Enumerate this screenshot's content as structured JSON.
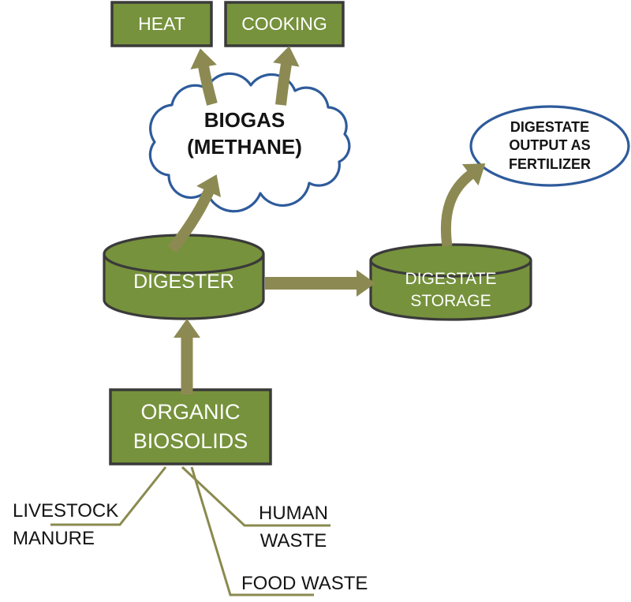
{
  "colors": {
    "node_green": "#76923C",
    "node_border": "#3A3A3A",
    "arrow_olive": "#8C8A52",
    "outline_blue": "#2E5B9B",
    "text_light": "#FFFFFF",
    "text_dark": "#141414"
  },
  "nodes": {
    "heat": {
      "label": "HEAT"
    },
    "cooking": {
      "label": "COOKING"
    },
    "biogas": {
      "label": "BIOGAS\n(METHANE)"
    },
    "fertilizer": {
      "label": "DIGESTATE\nOUTPUT AS\nFERTILIZER"
    },
    "digester": {
      "label": "DIGESTER"
    },
    "digestate_storage": {
      "label": "DIGESTATE\nSTORAGE"
    },
    "organic_biosolids": {
      "label": "ORGANIC\nBIOSOLIDS"
    },
    "livestock_manure": {
      "label": "LIVESTOCK\nMANURE"
    },
    "human_waste": {
      "label": "HUMAN\nWASTE"
    },
    "food_waste": {
      "label": "FOOD WASTE"
    }
  },
  "edges": [
    {
      "from": "organic_biosolids",
      "to": "digester",
      "type": "arrow"
    },
    {
      "from": "digester",
      "to": "biogas",
      "type": "arrow"
    },
    {
      "from": "biogas",
      "to": "heat",
      "type": "arrow"
    },
    {
      "from": "biogas",
      "to": "cooking",
      "type": "arrow"
    },
    {
      "from": "digester",
      "to": "digestate_storage",
      "type": "arrow"
    },
    {
      "from": "digestate_storage",
      "to": "fertilizer",
      "type": "arrow"
    },
    {
      "from": "livestock_manure",
      "to": "organic_biosolids",
      "type": "line"
    },
    {
      "from": "human_waste",
      "to": "organic_biosolids",
      "type": "line"
    },
    {
      "from": "food_waste",
      "to": "organic_biosolids",
      "type": "line"
    }
  ]
}
